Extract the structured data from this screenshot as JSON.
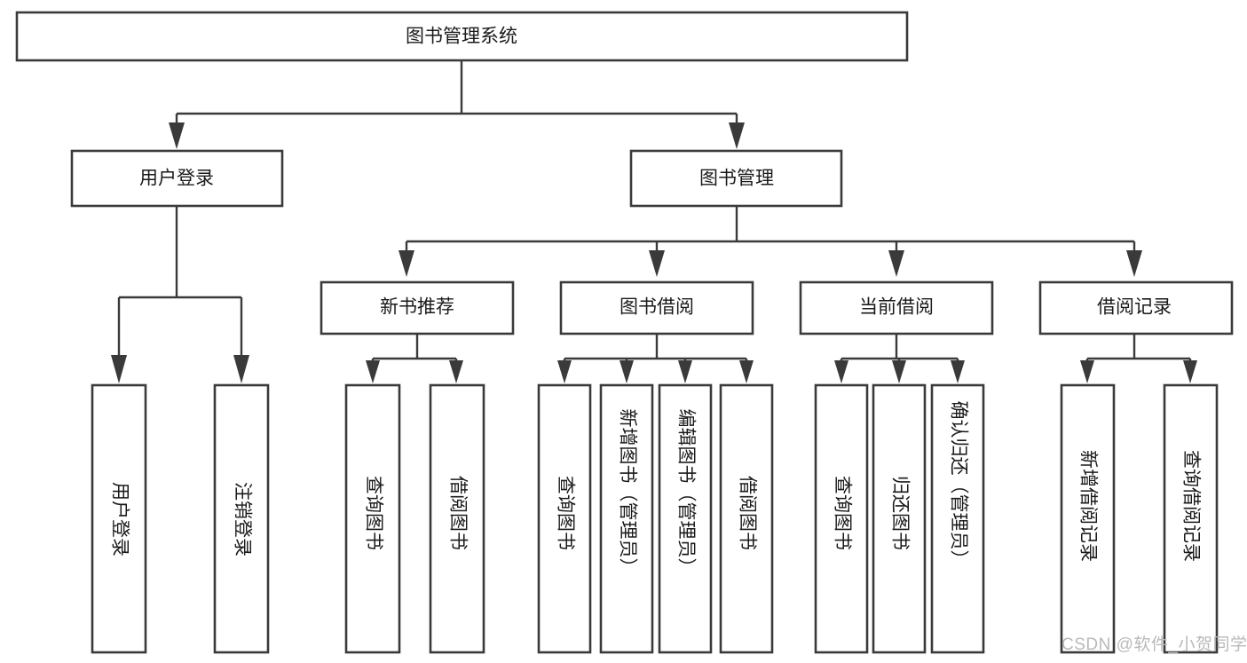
{
  "diagram": {
    "type": "tree-hierarchy-diagram",
    "title": "图书管理系统",
    "orientation": "top-down",
    "colors": {
      "box_fill": "#ffffff",
      "box_stroke": "#3a3a3a",
      "connector": "#3a3a3a",
      "text": "#1a1a1a",
      "watermark": "#b9b9b9",
      "background": "#ffffff"
    },
    "levels": {
      "root": {
        "label": "图书管理系统"
      },
      "level1": [
        {
          "label": "用户登录"
        },
        {
          "label": "图书管理"
        }
      ],
      "level2": [
        {
          "label": "新书推荐"
        },
        {
          "label": "图书借阅"
        },
        {
          "label": "当前借阅"
        },
        {
          "label": "借阅记录"
        }
      ]
    },
    "nodes": {
      "root": "图书管理系统",
      "user_login": "用户登录",
      "book_manage": "图书管理",
      "new_book_rec": "新书推荐",
      "book_borrow": "图书借阅",
      "current_borrow": "当前借阅",
      "borrow_record": "借阅记录",
      "leaf_user_login": "用户登录",
      "leaf_logout": "注销登录",
      "leaf_query_book_1": "查询图书",
      "leaf_borrow_book_1": "借阅图书",
      "leaf_query_book_2": "查询图书",
      "leaf_add_book_admin": "新增图书（管理员）",
      "leaf_edit_book_admin": "编辑图书（管理员）",
      "leaf_borrow_book_2": "借阅图书",
      "leaf_query_book_3": "查询图书",
      "leaf_return_book": "归还图书",
      "leaf_confirm_return_admin": "确认归还（管理员）",
      "leaf_add_record": "新增借阅记录",
      "leaf_query_record": "查询借阅记录"
    },
    "watermark": "CSDN @软件_小贺同学"
  }
}
